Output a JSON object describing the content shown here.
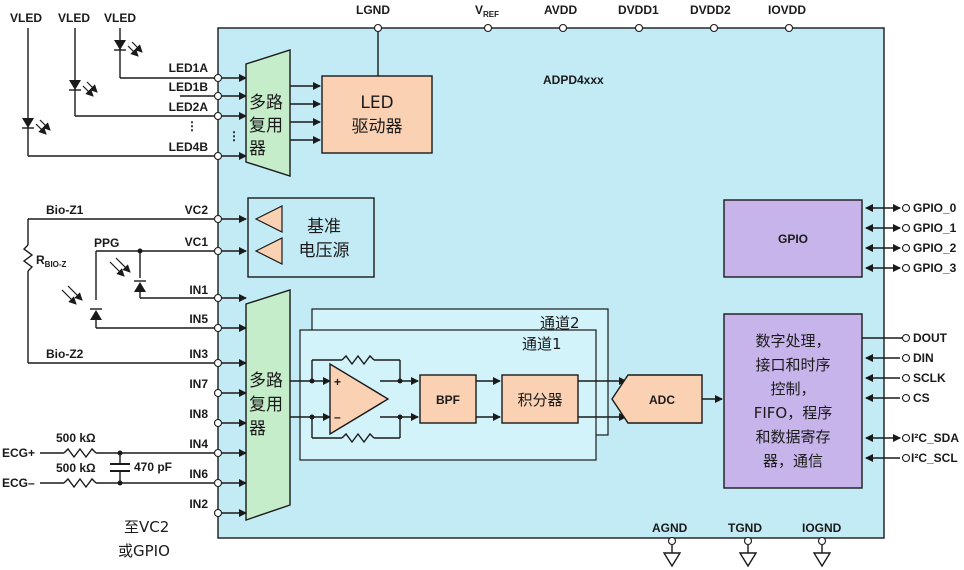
{
  "chip": {
    "name": "ADPD4xxx",
    "top_pins": [
      {
        "id": "lgnd",
        "label": "LGND"
      },
      {
        "id": "vref",
        "label": "V",
        "sub": "REF"
      },
      {
        "id": "avdd",
        "label": "AVDD"
      },
      {
        "id": "dvdd1",
        "label": "DVDD1"
      },
      {
        "id": "dvdd2",
        "label": "DVDD2"
      },
      {
        "id": "iovdd",
        "label": "IOVDD"
      }
    ],
    "bottom_pins": [
      "AGND",
      "TGND",
      "IOGND"
    ]
  },
  "left_pins": {
    "led": [
      "LED1A",
      "LED1B",
      "LED2A",
      "LED4B"
    ],
    "vc": [
      "VC2",
      "VC1"
    ],
    "inputs": [
      "IN1",
      "IN5",
      "IN3",
      "IN7",
      "IN8",
      "IN4",
      "IN6",
      "IN2"
    ]
  },
  "external": {
    "vled": [
      "VLED",
      "VLED",
      "VLED"
    ],
    "bioz1": "Bio-Z1",
    "bioz2": "Bio-Z2",
    "rbioz": "R",
    "rbioz_sub": "BIO-Z",
    "ppg": "PPG",
    "ecg_plus": "ECG+",
    "ecg_minus": "ECG–",
    "res1": "500 kΩ",
    "res2": "500 kΩ",
    "cap": "470 pF",
    "note_line1": "至VC2",
    "note_line2": "或GPIO",
    "dots": "⋮"
  },
  "blocks": {
    "mux_top": [
      "多路",
      "复用",
      "器"
    ],
    "led_driver": [
      "LED",
      "驱动器"
    ],
    "vref_src": [
      "基准",
      "电压源"
    ],
    "mux_bottom": [
      "多路",
      "复用",
      "器"
    ],
    "channel2": "通道2",
    "channel1": "通道1",
    "bpf": "BPF",
    "integrator": "积分器",
    "adc": "ADC",
    "gpio": "GPIO",
    "digital": [
      "数字处理，",
      "接口和时序",
      "控制，",
      "FIFO，程序",
      "和数据寄存",
      "器，通信"
    ],
    "opamp_plus": "+",
    "opamp_minus": "–"
  },
  "right_pins": {
    "gpio": [
      "GPIO_0",
      "GPIO_1",
      "GPIO_2",
      "GPIO_3"
    ],
    "dout": "DOUT",
    "din": "DIN",
    "sclk": "SCLK",
    "cs": "CS",
    "i2c_sda": "I²C_SDA",
    "i2c_scl": "I²C_SCL"
  },
  "colors": {
    "chip_fill": "#c3ebf5",
    "mux_fill": "#c6edca",
    "orange_fill": "#fbd1b3",
    "purple_fill": "#c7b4ea",
    "channel_fill": "#d3f3fb"
  }
}
